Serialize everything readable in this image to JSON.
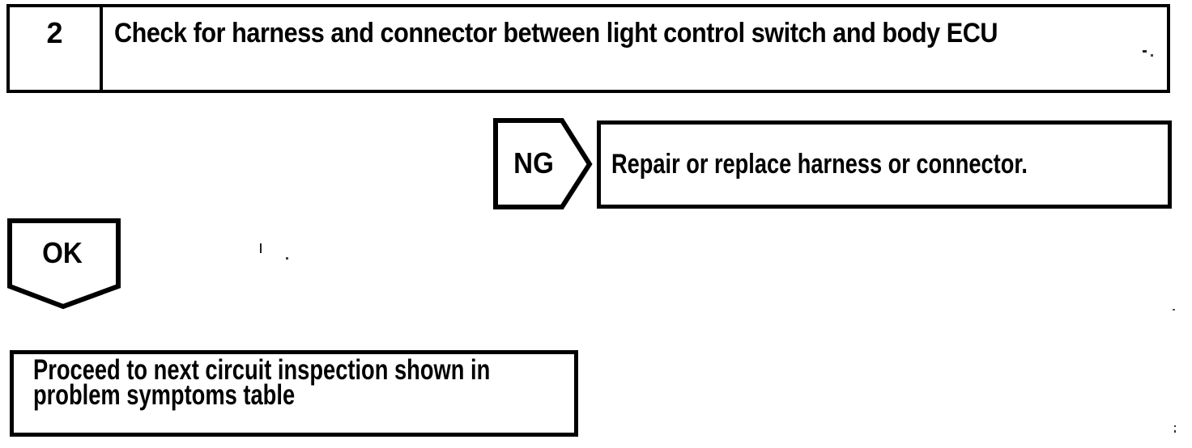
{
  "flowchart": {
    "step": {
      "number": "2",
      "title": "Check for harness and connector between light control switch and body ECU"
    },
    "ng_branch": {
      "label": "NG",
      "action": "Repair or replace harness or connector."
    },
    "ok_branch": {
      "label": "OK",
      "action": "Proceed to next circuit inspection shown in problem symptoms table"
    },
    "colors": {
      "ink": "#000000",
      "background": "#ffffff"
    }
  }
}
